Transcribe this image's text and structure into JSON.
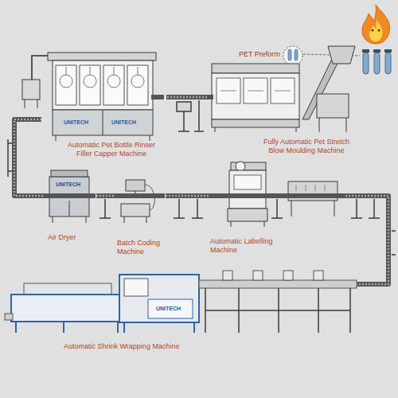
{
  "diagram": {
    "nodes": [
      {
        "text": [
          "Automatic Pet Bottle Rinser Filler Capper Machine"
        ]
      },
      {
        "text": [
          "Fully Automatic Pet Stretch Blow Moulding Machine"
        ]
      },
      {
        "text": [
          "Air Dryer"
        ]
      },
      {
        "text": [
          "Batch Coding Machine"
        ]
      },
      {
        "text": [
          "Automatic Labelling Machine"
        ]
      },
      {
        "text": [
          "Automatic Shrink Wrapping Machine"
        ]
      }
    ],
    "edges": [
      {
        "from": 1,
        "to": 0,
        "arrow": "none"
      },
      {
        "from": 0,
        "to": 2,
        "arrow": "none"
      },
      {
        "from": 2,
        "to": 3,
        "arrow": "none"
      },
      {
        "from": 3,
        "to": 4,
        "arrow": "none"
      },
      {
        "from": 4,
        "to": 5,
        "arrow": "none"
      }
    ],
    "labels": [
      "PET Preform",
      "UNITECH",
      "UNITECH",
      "UNITECH",
      "UNITECH"
    ]
  }
}
